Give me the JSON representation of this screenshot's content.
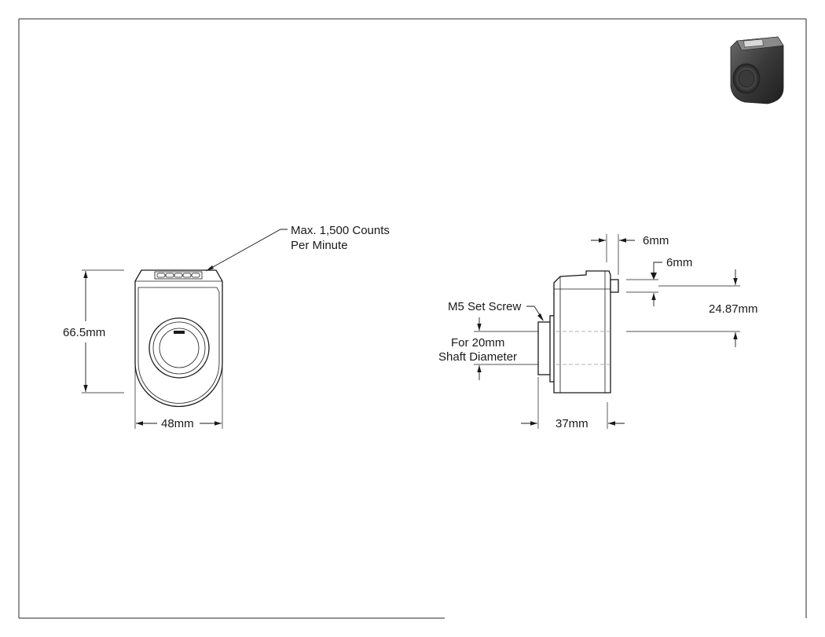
{
  "labels": {
    "counts_line1": "Max. 1,500 Counts",
    "counts_line2": "Per Minute",
    "height_front": "66.5mm",
    "width_front": "48mm",
    "top_offset": "6mm",
    "shaft_offset": "6mm",
    "center_height": "24.87mm",
    "set_screw": "M5 Set Screw",
    "shaft_line1": "For 20mm",
    "shaft_line2": "Shaft Diameter",
    "depth_side": "37mm"
  },
  "icons": {
    "iso_view": "counter-isometric-icon"
  },
  "colors": {
    "line": "#1a1a1a",
    "hidden_line": "#9a9a9a",
    "body_dark": "#3c3c3c",
    "background": "#ffffff"
  }
}
